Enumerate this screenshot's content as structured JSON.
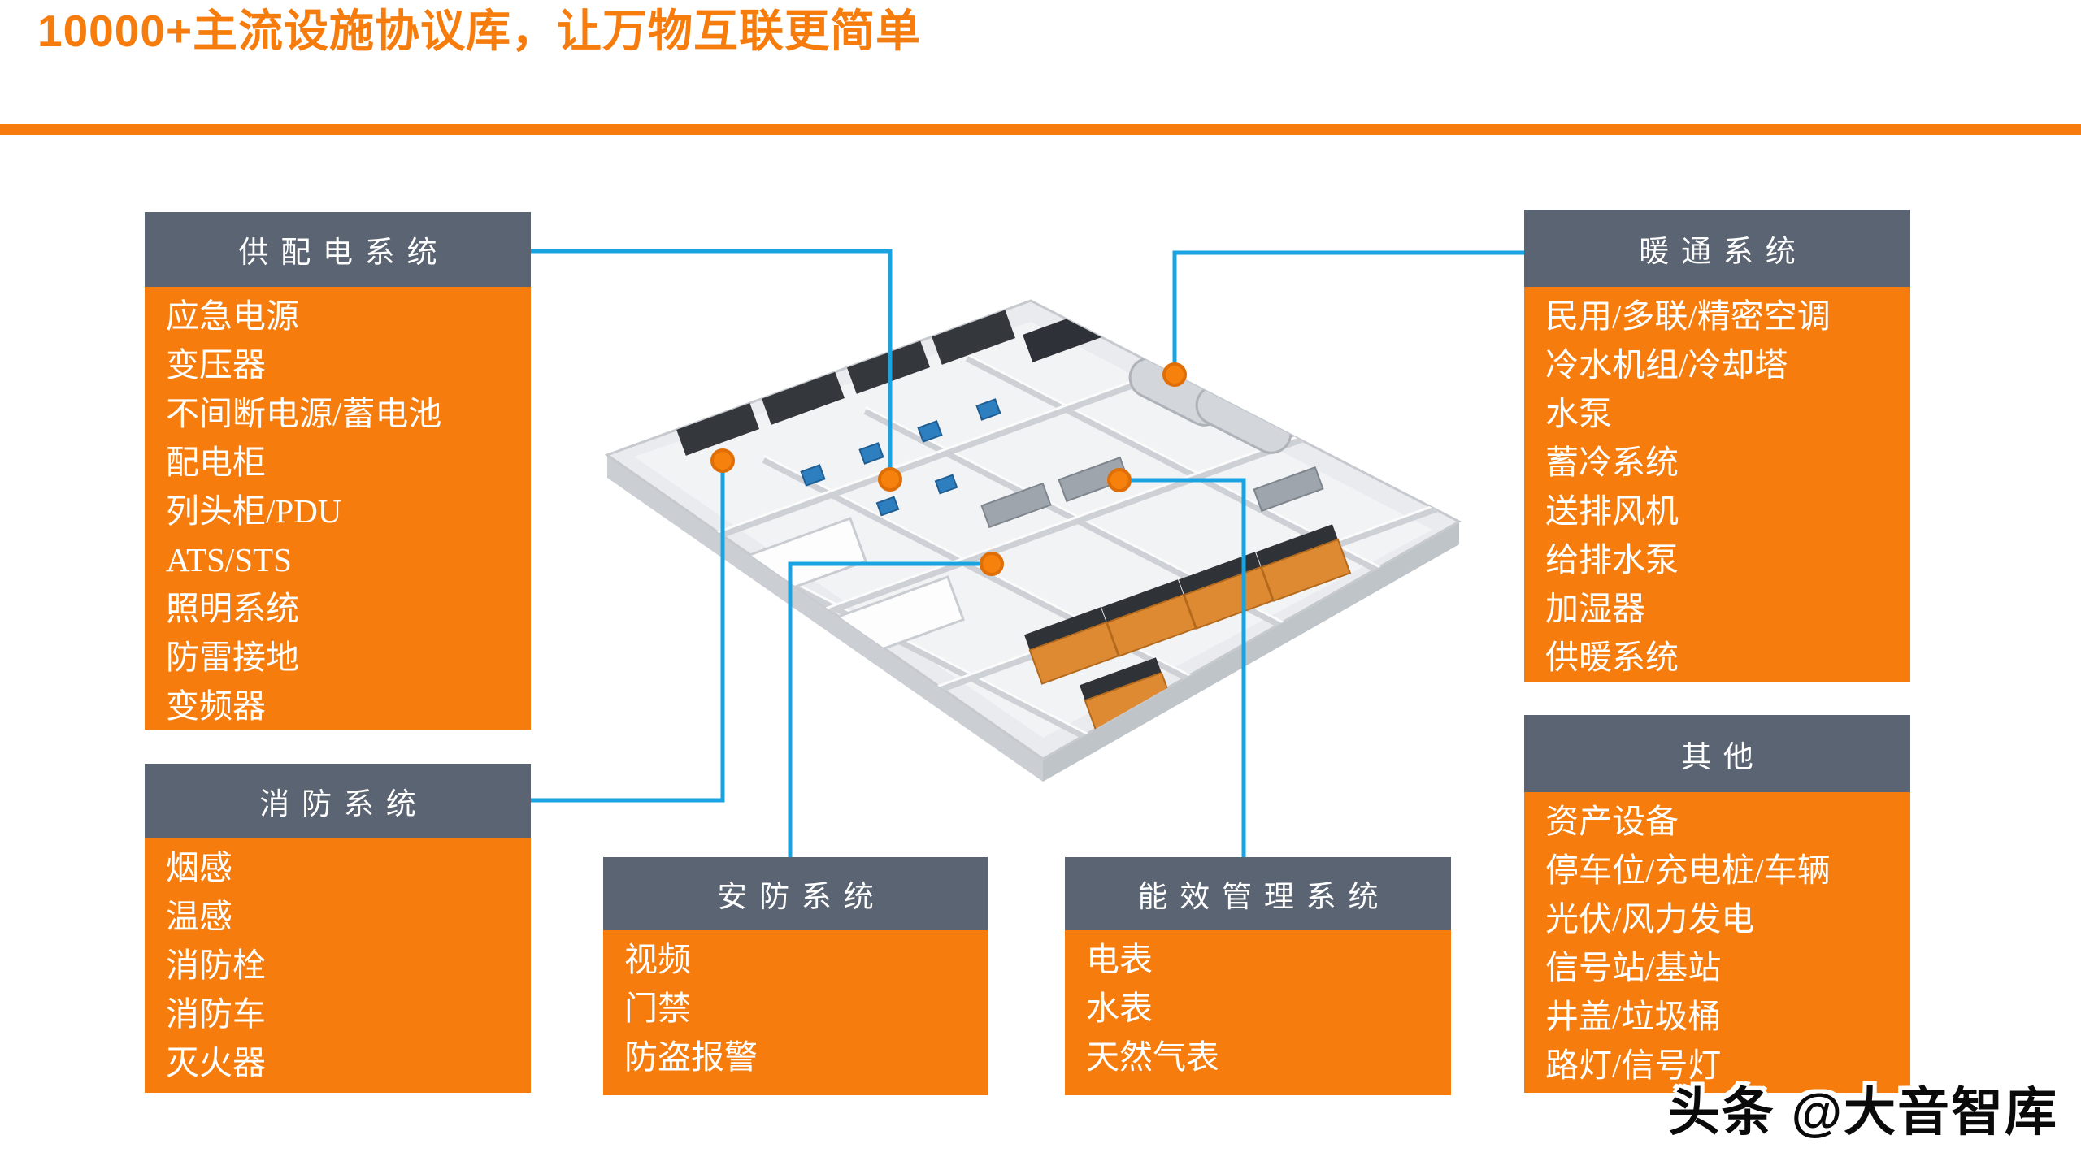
{
  "title": "10000+主流设施协议库，让万物互联更简单",
  "watermark": "头条 @大音智库",
  "colors": {
    "accent_orange": "#F67D0D",
    "panel_header_gray": "#5B6472",
    "connector_blue": "#19A3E1",
    "dot_orange": "#F6820D",
    "dot_border": "#DE6E05",
    "panel_text": "#FFFFFF"
  },
  "panels": {
    "power": {
      "header": "供配电系统",
      "items": [
        "应急电源",
        "变压器",
        "不间断电源/蓄电池",
        "配电柜",
        "列头柜/PDU",
        "ATS/STS",
        "照明系统",
        "防雷接地",
        "变频器"
      ]
    },
    "fire": {
      "header": "消防系统",
      "items": [
        "烟感",
        "温感",
        "消防栓",
        "消防车",
        "灭火器"
      ]
    },
    "security": {
      "header": "安防系统",
      "items": [
        "视频",
        "门禁",
        "防盗报警"
      ]
    },
    "energy": {
      "header": "能效管理系统",
      "items": [
        "电表",
        "水表",
        "天然气表"
      ]
    },
    "hvac": {
      "header": "暖通系统",
      "items": [
        "民用/多联/精密空调",
        "冷水机组/冷却塔",
        "水泵",
        "蓄冷系统",
        "送排风机",
        "给排水泵",
        "加湿器",
        "供暖系统"
      ]
    },
    "other": {
      "header": "其他",
      "items": [
        "资产设备",
        "停车位/充电桩/车辆",
        "光伏/风力发电",
        "信号站/基站",
        "井盖/垃圾桶",
        "路灯/信号灯"
      ]
    }
  }
}
